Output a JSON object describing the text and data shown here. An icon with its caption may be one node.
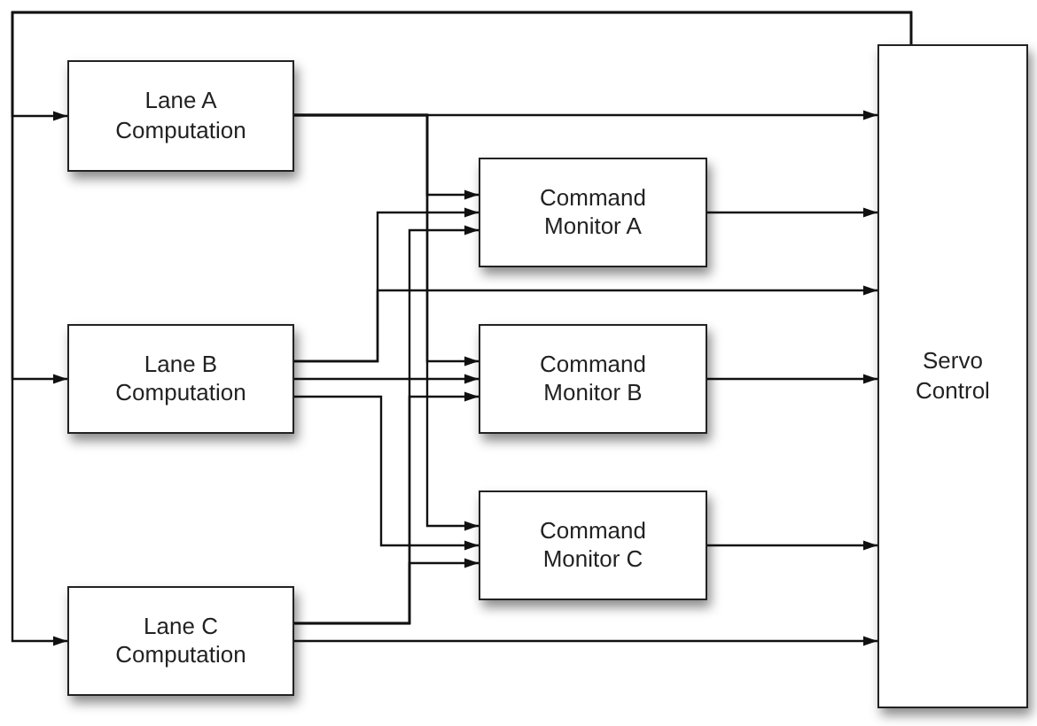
{
  "diagram": {
    "nodes": [
      {
        "text": [
          "Lane A Computation"
        ]
      },
      {
        "text": [
          "Lane B Computation"
        ]
      },
      {
        "text": [
          "Lane C Computation"
        ]
      },
      {
        "text": [
          "Command Monitor A"
        ]
      },
      {
        "text": [
          "Command Monitor B"
        ]
      },
      {
        "text": [
          "Command Monitor C"
        ]
      },
      {
        "text": [
          "Servo Control"
        ]
      }
    ],
    "edges": [
      {
        "from": 0,
        "to": 6,
        "arrow": "to"
      },
      {
        "from": 0,
        "to": 3,
        "arrow": "to"
      },
      {
        "from": 0,
        "to": 4,
        "arrow": "to"
      },
      {
        "from": 0,
        "to": 5,
        "arrow": "to"
      },
      {
        "from": 1,
        "to": 3,
        "arrow": "to"
      },
      {
        "from": 1,
        "to": 6,
        "arrow": "to"
      },
      {
        "from": 1,
        "to": 4,
        "arrow": "to"
      },
      {
        "from": 1,
        "to": 5,
        "arrow": "to"
      },
      {
        "from": 2,
        "to": 3,
        "arrow": "to"
      },
      {
        "from": 2,
        "to": 4,
        "arrow": "to"
      },
      {
        "from": 2,
        "to": 5,
        "arrow": "to"
      },
      {
        "from": 2,
        "to": 6,
        "arrow": "to"
      },
      {
        "from": 3,
        "to": 6,
        "arrow": "to"
      },
      {
        "from": 4,
        "to": 6,
        "arrow": "to"
      },
      {
        "from": 5,
        "to": 6,
        "arrow": "to"
      },
      {
        "from": 6,
        "to": 0,
        "arrow": "to"
      },
      {
        "from": 6,
        "to": 1,
        "arrow": "to"
      },
      {
        "from": 6,
        "to": 2,
        "arrow": "to"
      }
    ]
  }
}
